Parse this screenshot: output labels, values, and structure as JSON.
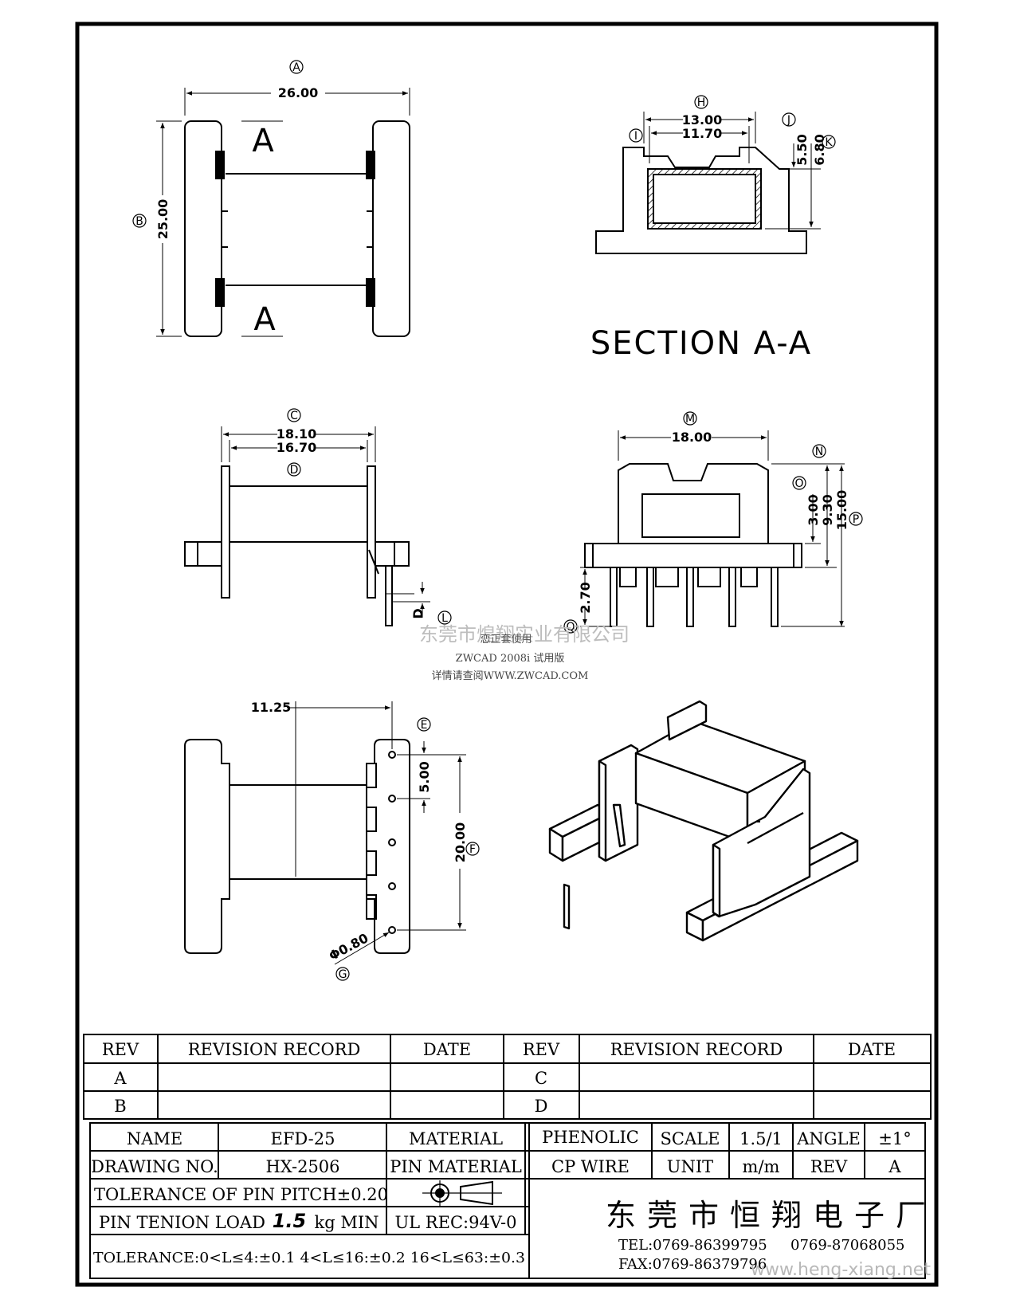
{
  "drawing": {
    "top_view": {
      "dim_a_value": "26.00",
      "dim_a_tag": "A",
      "dim_b_value": "25.00",
      "dim_b_tag": "B",
      "section_mark_top": "A",
      "section_mark_bottom": "A"
    },
    "section_view": {
      "title": "SECTION A-A",
      "dim_h_value": "13.00",
      "dim_h_tag": "H",
      "dim_i_value": "11.70",
      "dim_i_tag": "I",
      "dim_j_value": "5.50",
      "dim_j_tag": "J",
      "dim_k_value": "6.80",
      "dim_k_tag": "K"
    },
    "side_view": {
      "dim_c_value": "18.10",
      "dim_c_tag": "C",
      "dim_d_value": "16.70",
      "dim_d_tag": "D",
      "dim_l_value": "D",
      "dim_l_tag": "L"
    },
    "front_view": {
      "dim_m_value": "18.00",
      "dim_m_tag": "M",
      "dim_o_value": "3.00",
      "dim_o_tag": "O",
      "dim_p_value": "9.30",
      "dim_p2_value": "15.00",
      "dim_p_tag": "P",
      "dim_n_tag": "N",
      "dim_q_value": "2.70",
      "dim_q_tag": "Q"
    },
    "bottom_view": {
      "dim_offset_value": "11.25",
      "dim_e_value": "5.00",
      "dim_e_tag": "E",
      "dim_f_value": "20.00",
      "dim_f_tag": "F",
      "dim_g_value": "Φ0.80",
      "dim_g_tag": "G"
    }
  },
  "watermark": {
    "company_cn": "东莞市煌翔实业有限公司",
    "line1": "恋正套使用",
    "line2": "ZWCAD 2008i 试用版",
    "line3": "详情请查阅WWW.ZWCAD.COM",
    "site": "www.heng-xiang.net"
  },
  "revision_table": {
    "headers": [
      "REV",
      "REVISION RECORD",
      "DATE",
      "REV",
      "REVISION RECORD",
      "DATE"
    ],
    "rows": [
      {
        "rev_left": "A",
        "rev_right": "C"
      },
      {
        "rev_left": "B",
        "rev_right": "D"
      }
    ]
  },
  "title_block": {
    "name_label": "NAME",
    "name_value": "EFD-25",
    "material_label": "MATERIAL",
    "material_value": "PHENOLIC",
    "scale_label": "SCALE",
    "scale_value": "1.5/1",
    "angle_label": "ANGLE",
    "angle_value": "±1°",
    "drawing_no_label": "DRAWING NO.",
    "drawing_no_value": "HX-2506",
    "pin_material_label": "PIN MATERIAL",
    "pin_material_value": "CP WIRE",
    "unit_label": "UNIT",
    "unit_value": "m/m",
    "rev_label": "REV",
    "rev_value": "A",
    "pitch_tolerance": "TOLERANCE OF PIN PITCH±0.20",
    "pin_tension_label": "PIN TENION LOAD",
    "pin_tension_value": "1.5",
    "pin_tension_unit": "kg MIN",
    "ul_rec": "UL REC:94V-0",
    "tolerance_line": "TOLERANCE:0<L≤4:±0.1  4<L≤16:±0.2  16<L≤63:±0.3",
    "company": "东莞市恒翔电子厂",
    "tel1": "TEL:0769-86399795",
    "tel2": "0769-87068055",
    "fax": "FAX:0769-86379796"
  }
}
